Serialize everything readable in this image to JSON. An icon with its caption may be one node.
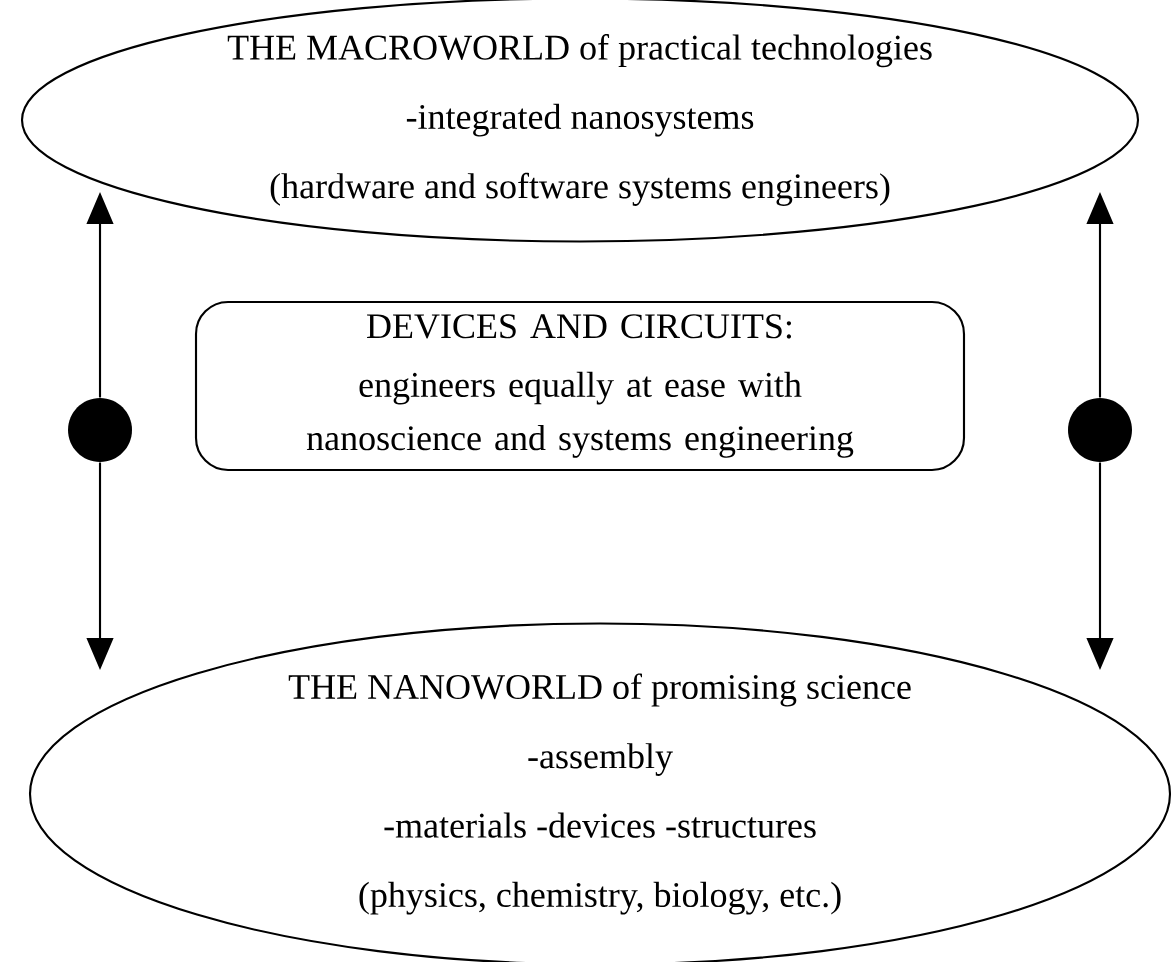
{
  "diagram": {
    "nodes": [
      {
        "text": [
          "THE MACROWORLD of practical technologies",
          "-integrated nanosystems",
          "(hardware and software systems engineers)"
        ]
      },
      {
        "text": [
          "DEVICES AND CIRCUITS:",
          "engineers equally at ease with nanoscience and systems engineering"
        ]
      },
      {
        "text": [
          "THE NANOWORLD of promising science",
          "-assembly",
          "-materials -devices -structures",
          "(physics, chemistry, biology, etc.)"
        ]
      },
      {
        "text": [],
        "shape": "circle"
      },
      {
        "text": [],
        "shape": "circle"
      }
    ],
    "edges": [
      {
        "from": 3,
        "to": 0,
        "arrow": "to"
      },
      {
        "from": 3,
        "to": 2,
        "arrow": "to"
      },
      {
        "from": 4,
        "to": 0,
        "arrow": "to"
      },
      {
        "from": 4,
        "to": 2,
        "arrow": "to"
      }
    ]
  }
}
